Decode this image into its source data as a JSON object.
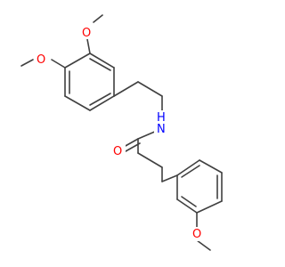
{
  "molecule": {
    "atoms": {
      "o_upper_methoxy": "O",
      "o_lower_methoxy": "O",
      "amide_nitrogen": "N",
      "amide_hydrogen": "H",
      "carbonyl_oxygen": "O",
      "o_para_methoxy": "O"
    },
    "colors": {
      "bond": "#404040",
      "oxygen": "#ff0000",
      "nitrogen": "#0000ff",
      "background": "#ffffff"
    }
  }
}
